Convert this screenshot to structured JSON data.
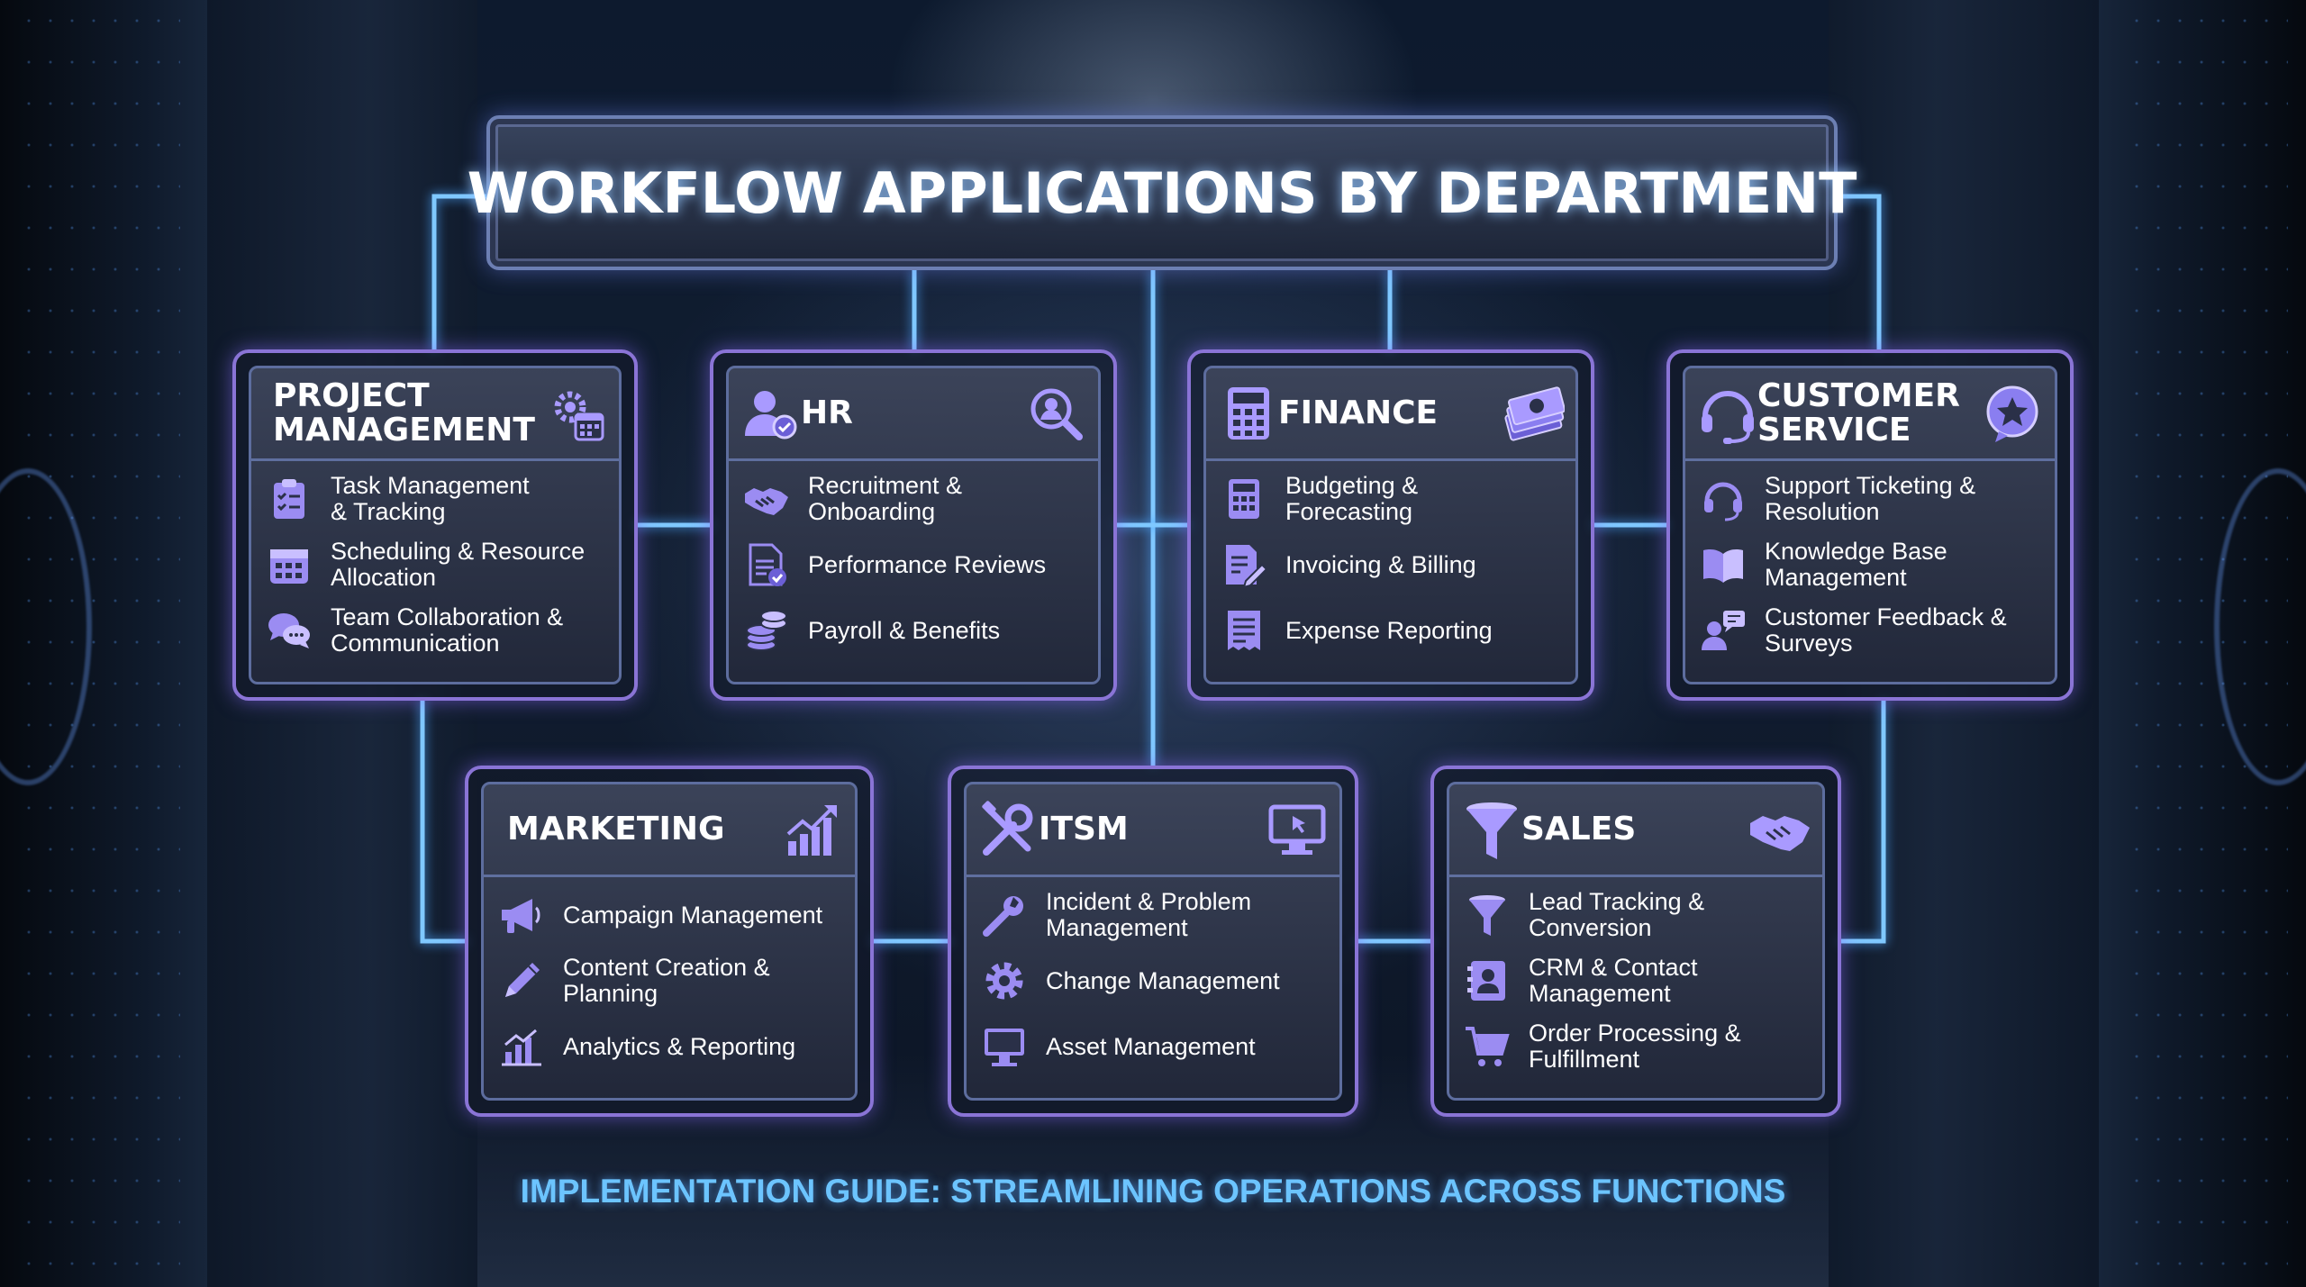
{
  "title": "WORKFLOW APPLICATIONS BY DEPARTMENT",
  "subtitle": "IMPLEMENTATION GUIDE: STREAMLINING OPERATIONS ACROSS FUNCTIONS",
  "colors": {
    "accent_line": "#7fc8ff",
    "card_border": "#8a74d6",
    "subtitle": "#6cc4ff",
    "icon": "#a99aff"
  },
  "departments": [
    {
      "name": "PROJECT\nMANAGEMENT",
      "header_icon": "gear-calendar-icon",
      "items": [
        {
          "label": "Task Management\n& Tracking",
          "icon": "clipboard-checklist-icon"
        },
        {
          "label": "Scheduling & Resource\nAllocation",
          "icon": "calendar-icon"
        },
        {
          "label": "Team Collaboration &\nCommunication",
          "icon": "chat-bubbles-icon"
        }
      ]
    },
    {
      "name": "HR",
      "header_icon": "user-check-icon",
      "header_icon_right": "search-person-icon",
      "items": [
        {
          "label": "Recruitment &\nOnboarding",
          "icon": "handshake-icon"
        },
        {
          "label": "Performance Reviews",
          "icon": "document-check-icon"
        },
        {
          "label": "Payroll & Benefits",
          "icon": "coin-stack-icon"
        }
      ]
    },
    {
      "name": "FINANCE",
      "header_icon": "calculator-icon",
      "header_icon_right": "cash-stack-icon",
      "items": [
        {
          "label": "Budgeting &\nForecasting",
          "icon": "calculator-icon"
        },
        {
          "label": "Invoicing & Billing",
          "icon": "invoice-pen-icon"
        },
        {
          "label": "Expense Reporting",
          "icon": "receipt-icon"
        }
      ]
    },
    {
      "name": "CUSTOMER\nSERVICE",
      "header_icon": "headset-icon",
      "header_icon_right": "star-badge-icon",
      "items": [
        {
          "label": "Support Ticketing &\nResolution",
          "icon": "headset-icon"
        },
        {
          "label": "Knowledge Base\nManagement",
          "icon": "open-book-icon"
        },
        {
          "label": "Customer Feedback &\nSurveys",
          "icon": "user-feedback-icon"
        }
      ]
    },
    {
      "name": "MARKETING",
      "header_icon": "growth-chart-icon",
      "items": [
        {
          "label": "Campaign Management",
          "icon": "megaphone-icon"
        },
        {
          "label": "Content Creation &\nPlanning",
          "icon": "pencil-icon"
        },
        {
          "label": "Analytics & Reporting",
          "icon": "bar-chart-icon"
        }
      ]
    },
    {
      "name": "ITSM",
      "header_icon": "tools-icon",
      "header_icon_right": "monitor-cursor-icon",
      "items": [
        {
          "label": "Incident & Problem\nManagement",
          "icon": "wrench-icon"
        },
        {
          "label": "Change Management",
          "icon": "gear-icon"
        },
        {
          "label": "Asset Management",
          "icon": "monitor-icon"
        }
      ]
    },
    {
      "name": "SALES",
      "header_icon": "funnel-icon",
      "header_icon_right": "handshake-icon",
      "items": [
        {
          "label": "Lead Tracking &\nConversion",
          "icon": "funnel-icon"
        },
        {
          "label": "CRM & Contact\nManagement",
          "icon": "contact-book-icon"
        },
        {
          "label": "Order Processing &\nFulfillment",
          "icon": "shopping-cart-icon"
        }
      ]
    }
  ]
}
